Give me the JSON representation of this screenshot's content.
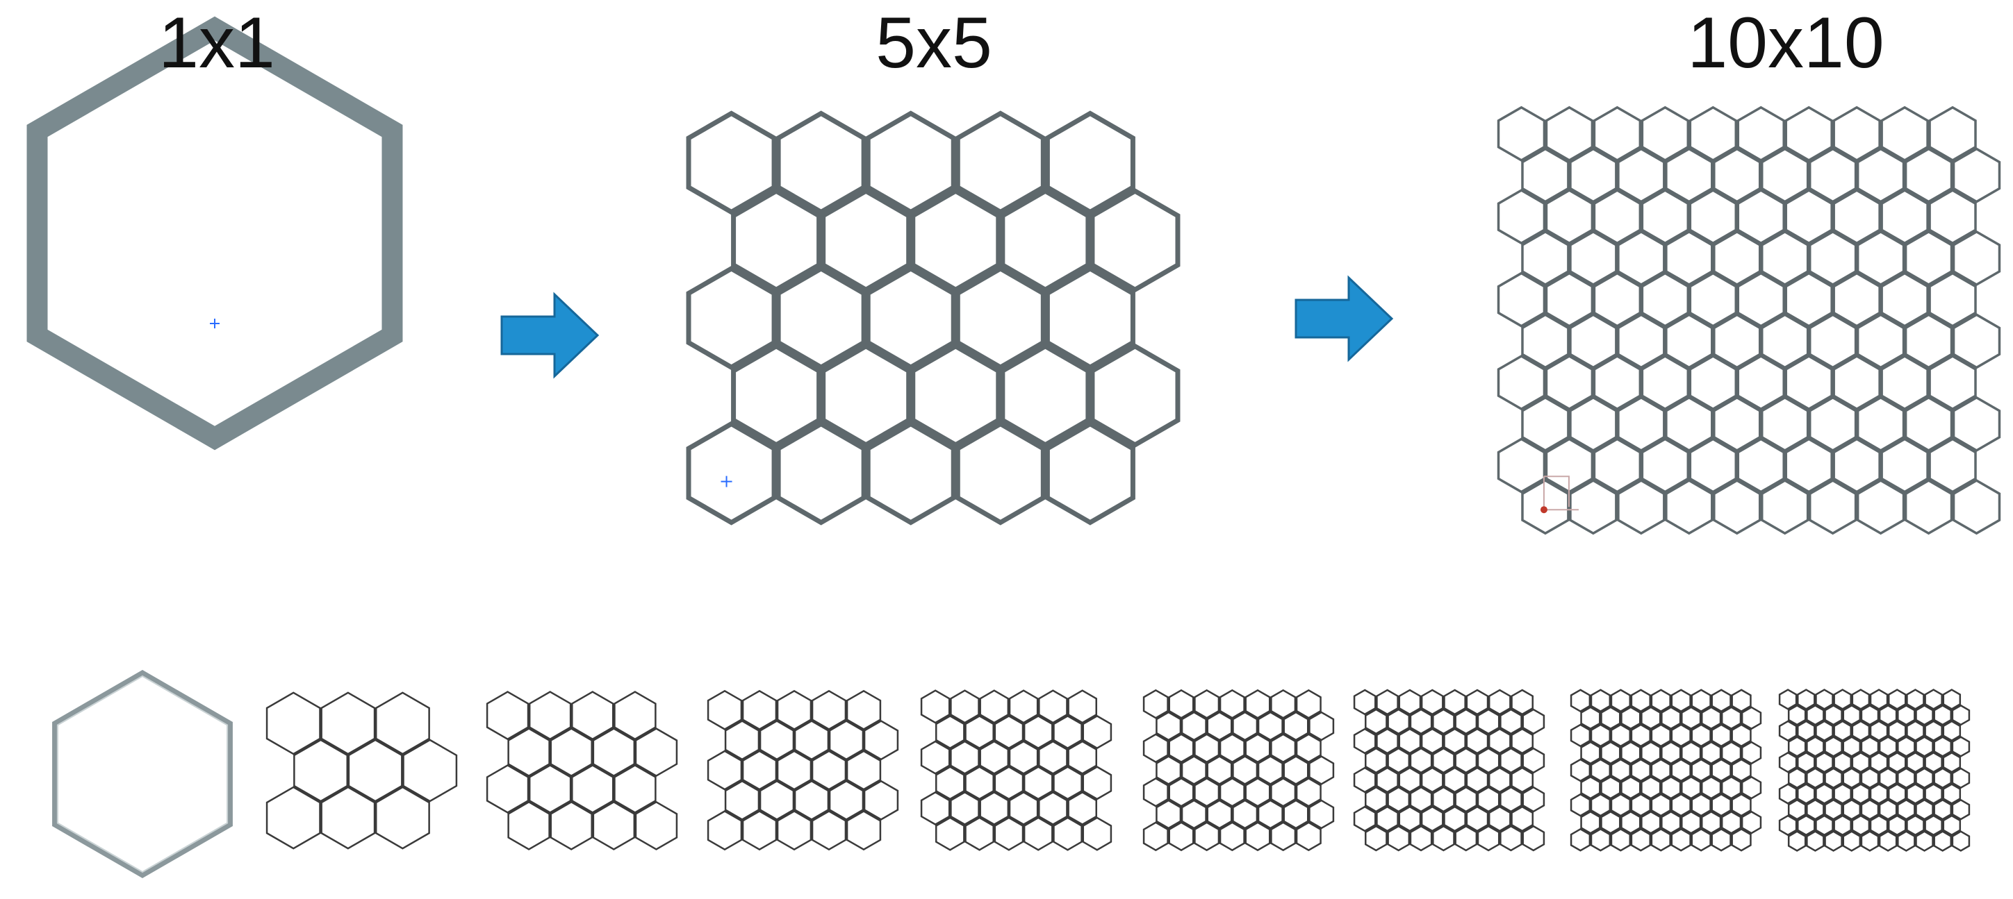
{
  "titles": {
    "large_1": "1x1",
    "large_2": "5x5",
    "large_3": "10x10"
  },
  "colors": {
    "cell_stroke_dark": "#7a8a8f",
    "cell_stroke_grid": "#5e686c",
    "small_stroke": "#3a3a3a",
    "arrow_fill": "#1f8fd0",
    "arrow_stroke": "#16679a",
    "marker_blue": "#2a6cff",
    "marker_red": "#c0392b"
  },
  "large_grids": [
    {
      "label_key": "large_1",
      "n": 1
    },
    {
      "label_key": "large_2",
      "n": 5
    },
    {
      "label_key": "large_3",
      "n": 10
    }
  ],
  "small_grids": [
    1,
    3,
    4,
    5,
    6,
    7,
    8,
    9,
    10
  ],
  "arrows": 2
}
